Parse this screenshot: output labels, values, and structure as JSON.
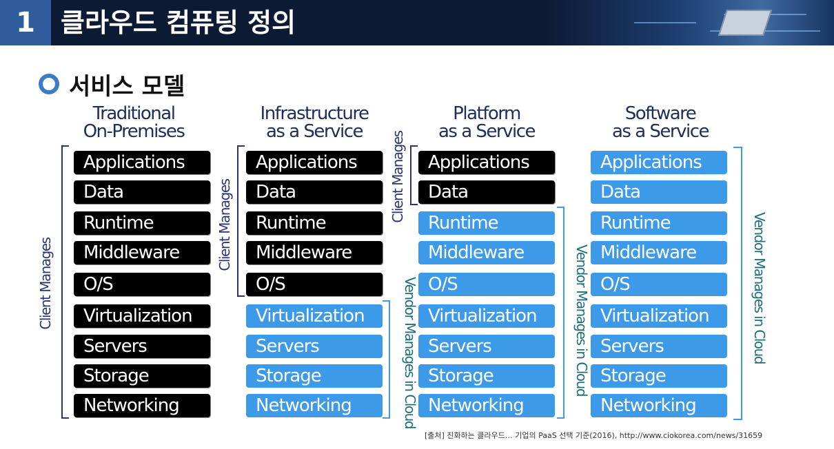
{
  "header": {
    "number": "1",
    "title": "클라우드 컴퓨팅 정의"
  },
  "section": {
    "title": "서비스 모델"
  },
  "models": [
    {
      "title_line1": "Traditional",
      "title_line2": "On-Premises",
      "layers": [
        {
          "label": "Applications",
          "managed_by": "client"
        },
        {
          "label": "Data",
          "managed_by": "client"
        },
        {
          "label": "Runtime",
          "managed_by": "client"
        },
        {
          "label": "Middleware",
          "managed_by": "client"
        },
        {
          "label": "O/S",
          "managed_by": "client"
        },
        {
          "label": "Virtualization",
          "managed_by": "client"
        },
        {
          "label": "Servers",
          "managed_by": "client"
        },
        {
          "label": "Storage",
          "managed_by": "client"
        },
        {
          "label": "Networking",
          "managed_by": "client"
        }
      ]
    },
    {
      "title_line1": "Infrastructure",
      "title_line2": "as a Service",
      "layers": [
        {
          "label": "Applications",
          "managed_by": "client"
        },
        {
          "label": "Data",
          "managed_by": "client"
        },
        {
          "label": "Runtime",
          "managed_by": "client"
        },
        {
          "label": "Middleware",
          "managed_by": "client"
        },
        {
          "label": "O/S",
          "managed_by": "client"
        },
        {
          "label": "Virtualization",
          "managed_by": "vendor"
        },
        {
          "label": "Servers",
          "managed_by": "vendor"
        },
        {
          "label": "Storage",
          "managed_by": "vendor"
        },
        {
          "label": "Networking",
          "managed_by": "vendor"
        }
      ]
    },
    {
      "title_line1": "Platform",
      "title_line2": "as a Service",
      "layers": [
        {
          "label": "Applications",
          "managed_by": "client"
        },
        {
          "label": "Data",
          "managed_by": "client"
        },
        {
          "label": "Runtime",
          "managed_by": "vendor"
        },
        {
          "label": "Middleware",
          "managed_by": "vendor"
        },
        {
          "label": "O/S",
          "managed_by": "vendor"
        },
        {
          "label": "Virtualization",
          "managed_by": "vendor"
        },
        {
          "label": "Servers",
          "managed_by": "vendor"
        },
        {
          "label": "Storage",
          "managed_by": "vendor"
        },
        {
          "label": "Networking",
          "managed_by": "vendor"
        }
      ]
    },
    {
      "title_line1": "Software",
      "title_line2": "as a Service",
      "layers": [
        {
          "label": "Applications",
          "managed_by": "vendor"
        },
        {
          "label": "Data",
          "managed_by": "vendor"
        },
        {
          "label": "Runtime",
          "managed_by": "vendor"
        },
        {
          "label": "Middleware",
          "managed_by": "vendor"
        },
        {
          "label": "O/S",
          "managed_by": "vendor"
        },
        {
          "label": "Virtualization",
          "managed_by": "vendor"
        },
        {
          "label": "Servers",
          "managed_by": "vendor"
        },
        {
          "label": "Storage",
          "managed_by": "vendor"
        },
        {
          "label": "Networking",
          "managed_by": "vendor"
        }
      ]
    }
  ],
  "labels": {
    "client_manages": "Client Manages",
    "vendor_manages": "Vendor Manages in Cloud"
  },
  "source": "[출처] 진화하는 클라우드… 기업의 PaaS 선택 기준(2016), http://www.ciokorea.com/news/31659",
  "colors": {
    "client_box": "#000000",
    "vendor_box": "#3d9ae8",
    "client_bracket": "#2a3470",
    "vendor_bracket": "#3d9ae8",
    "header_bg": "#0d1a33",
    "number_box": "#2f5c9a"
  }
}
